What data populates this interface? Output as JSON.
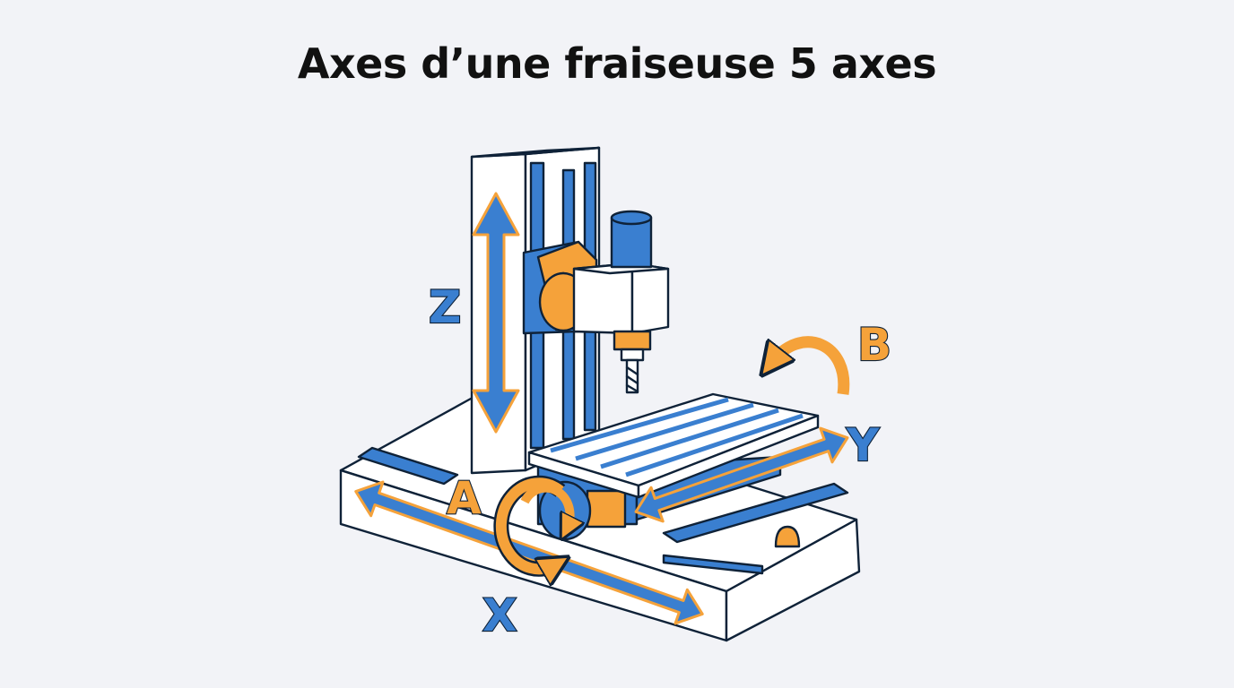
{
  "title": "Axes d’une fraiseuse 5 axes",
  "colors": {
    "background": "#f2f3f7",
    "blue": "#3a7fd0",
    "orange": "#f5a23a",
    "outline": "#0f2238",
    "white": "#ffffff"
  },
  "axes": {
    "x": {
      "label": "X",
      "kind": "linear",
      "color": "blue"
    },
    "y": {
      "label": "Y",
      "kind": "linear",
      "color": "blue"
    },
    "z": {
      "label": "Z",
      "kind": "linear",
      "color": "blue"
    },
    "a": {
      "label": "A",
      "kind": "rotary",
      "color": "orange"
    },
    "b": {
      "label": "B",
      "kind": "rotary",
      "color": "orange"
    }
  },
  "icons": [
    "x-axis-arrow-icon",
    "y-axis-arrow-icon",
    "z-axis-arrow-icon",
    "a-axis-rotation-icon",
    "b-axis-rotation-icon"
  ]
}
